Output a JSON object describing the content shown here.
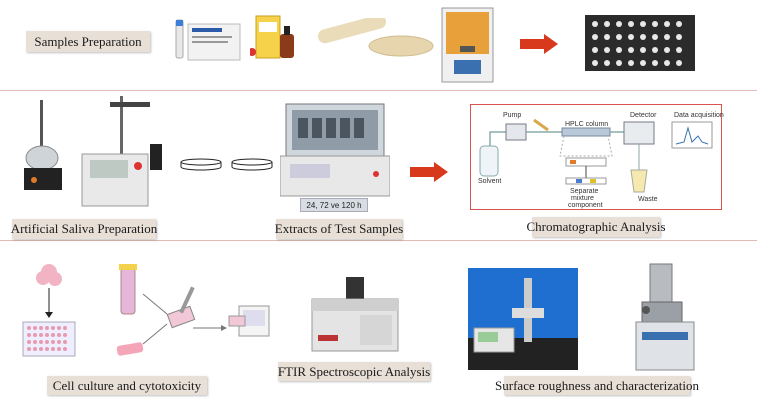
{
  "labels": {
    "samples_preparation": "Samples Preparation",
    "artificial_saliva": "Artificial Saliva Preparation",
    "extracts": "Extracts of Test Samples",
    "chromatographic": "Chromatographic Analysis",
    "cell_culture": "Cell culture and cytotoxicity",
    "ftir": "FTIR Spectroscopic Analysis",
    "surface": "Surface roughness and characterization"
  },
  "incubator_tag": "24, 72 ve 120 h",
  "hplc": {
    "pump": "Pump",
    "column": "HPLC column",
    "detector": "Detector",
    "data_acquisition": "Data acquisition",
    "solvent": "Solvent",
    "separate": "Separate",
    "mixture": "mixture",
    "component": "component",
    "waste": "Waste"
  },
  "colors": {
    "label_bg": "#e8dfd6",
    "arrow": "#d8391c",
    "divider": "#e3b9b3",
    "hplc_border": "#d9534f"
  }
}
